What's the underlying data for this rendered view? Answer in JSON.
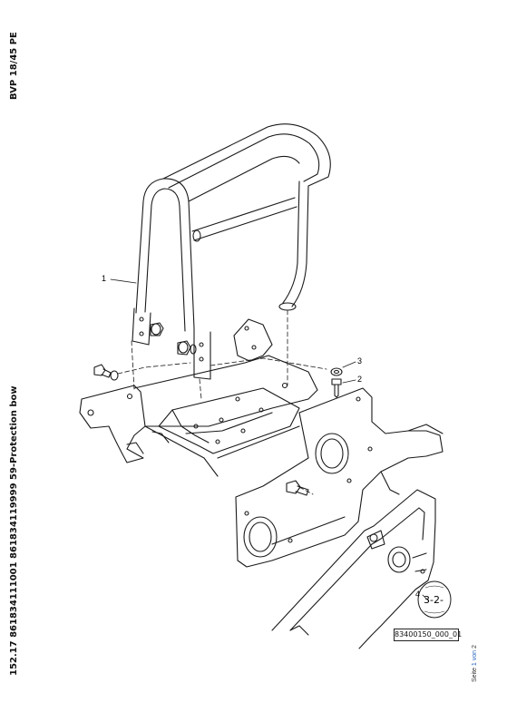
{
  "header": {
    "model": "BVP 18/45 PE",
    "part_line": "152.17 861834111001 861834119999 59-Protection bow"
  },
  "page_info": {
    "seite_label": "Seite",
    "current": "1",
    "von_label": "von",
    "total": "2"
  },
  "callouts": {
    "c1": "1",
    "c2": "2",
    "c3": "3",
    "c4": "4"
  },
  "oval_label": "3-2-",
  "reference_code": "83400150_000_01",
  "colors": {
    "line": "#1a1a1a",
    "background": "#ffffff",
    "page_link": "#1f5fbf"
  }
}
